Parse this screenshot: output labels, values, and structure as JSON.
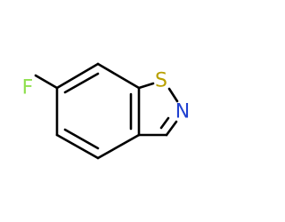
{
  "molecule": {
    "atoms": {
      "fluorine": "F",
      "sulfur": "S",
      "nitrogen": "N"
    },
    "colors": {
      "bond": "#000000",
      "fluorine": "#90e050",
      "sulfur": "#b8a000",
      "nitrogen": "#2040d0"
    }
  }
}
